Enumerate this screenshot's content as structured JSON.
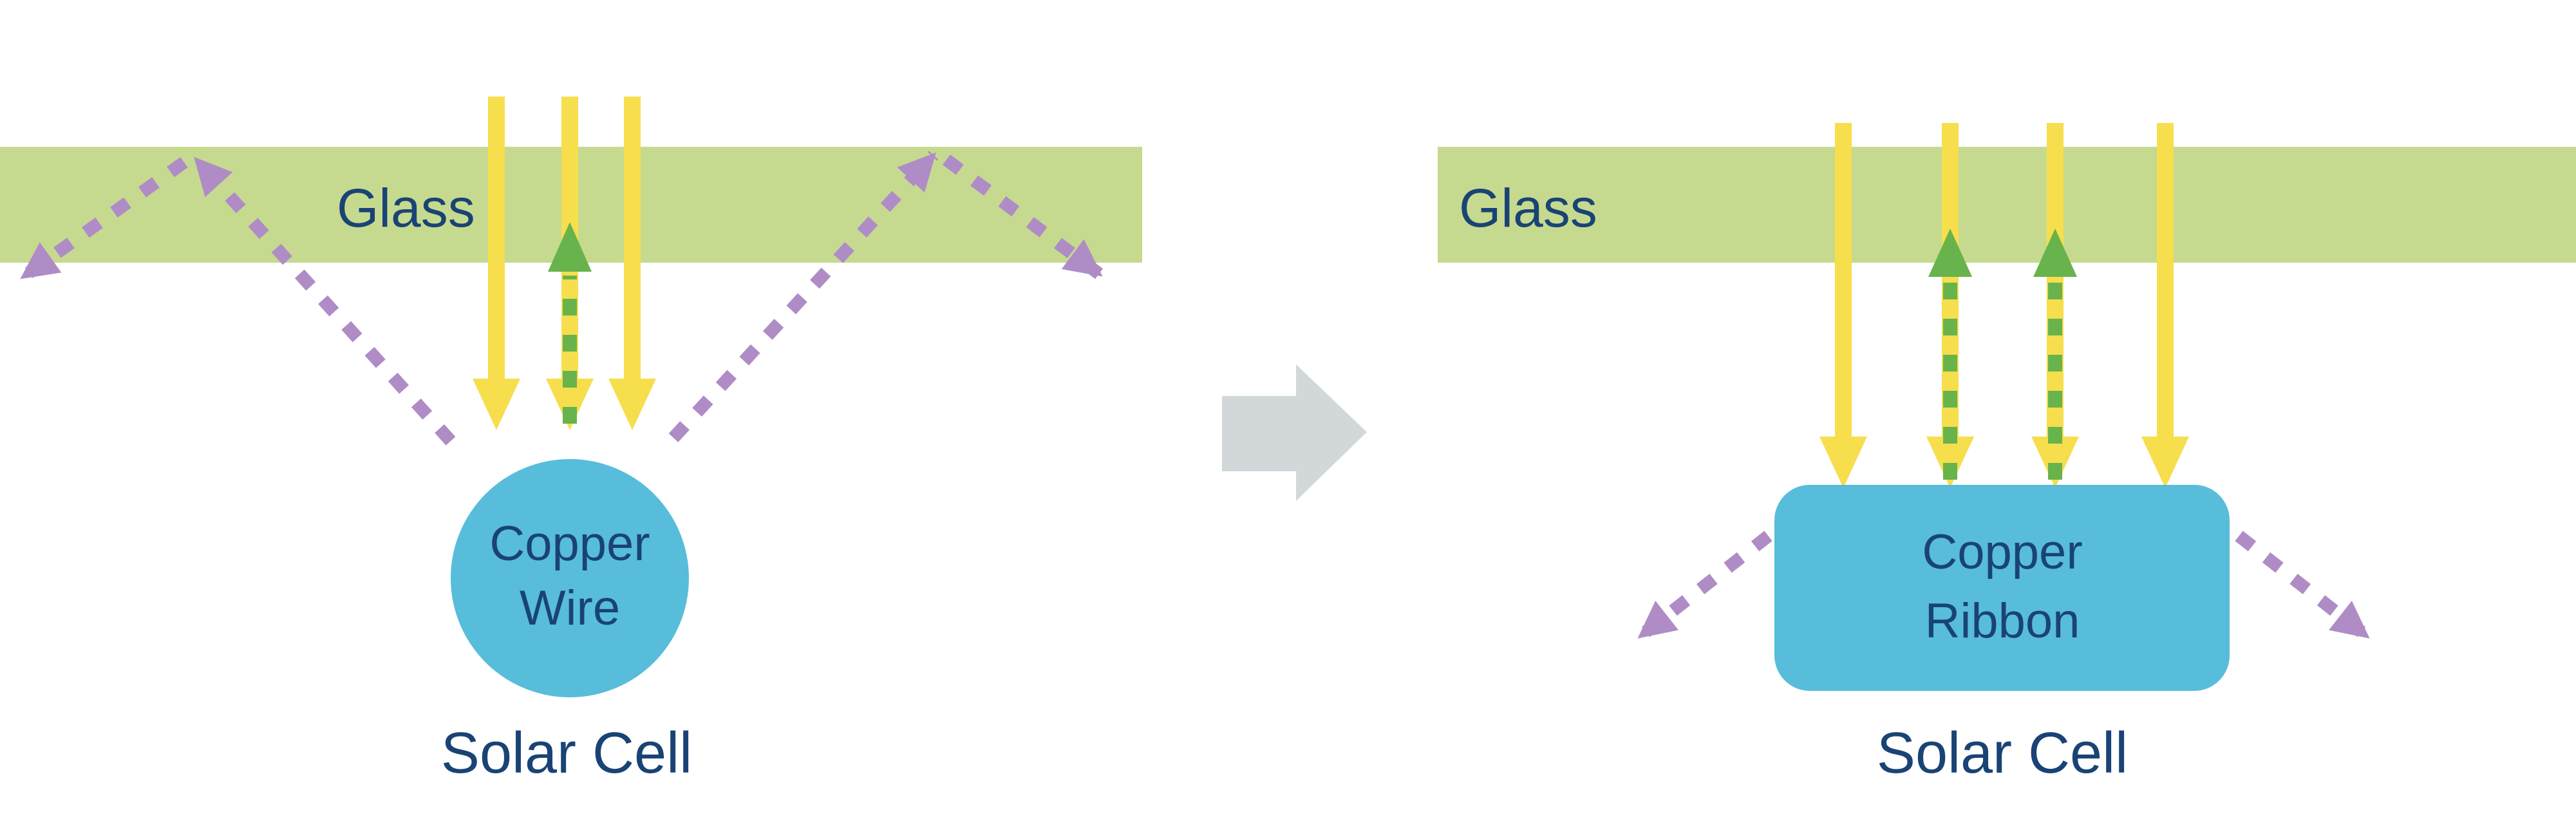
{
  "colors": {
    "glass": "#c6da8f",
    "yellow": "#f6de4d",
    "green": "#68b34c",
    "purple": "#b08cc6",
    "blue": "#57bdda",
    "navy": "#1a4375",
    "gray": "#d2d8da"
  },
  "left": {
    "glass_label": "Glass",
    "component_line1": "Copper",
    "component_line2": "Wire",
    "caption": "Solar Cell"
  },
  "right": {
    "glass_label": "Glass",
    "component_line1": "Copper",
    "component_line2": "Ribbon",
    "caption": "Solar Cell"
  }
}
